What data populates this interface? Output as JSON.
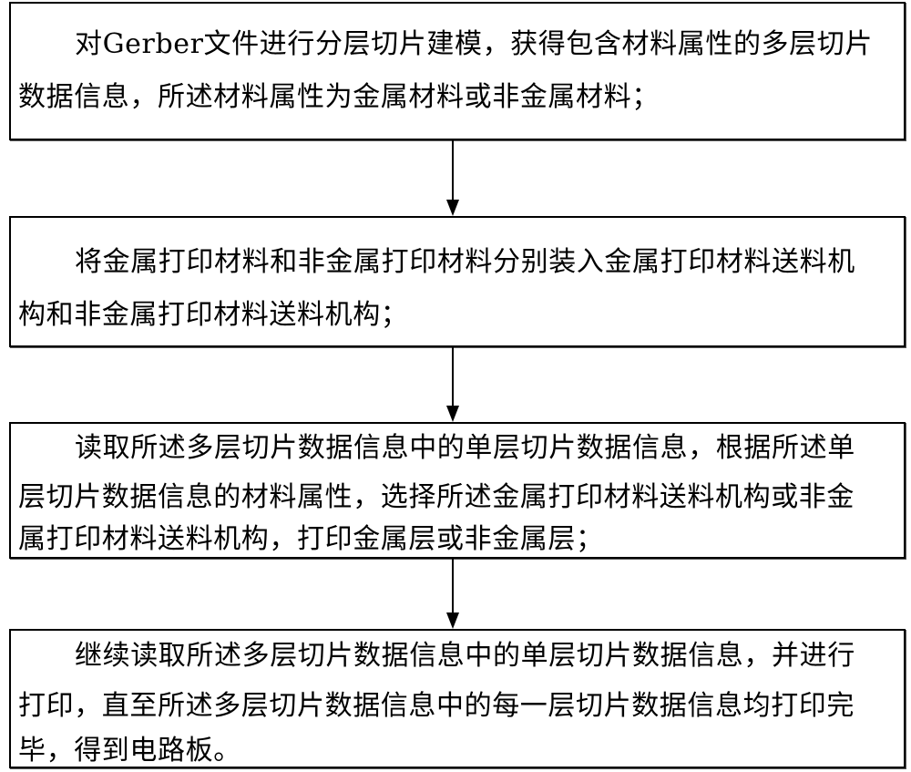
{
  "steps": [
    {
      "lines": [
        "对Gerber文件进行分层切片建模，获得包含材料属性的多层切片",
        "数据信息，所述材料属性为金属材料或非金属材料；"
      ]
    },
    {
      "lines": [
        "将金属打印材料和非金属打印材料分别装入金属打印材料送料机",
        "构和非金属打印材料送料机构；"
      ]
    },
    {
      "lines": [
        "读取所述多层切片数据信息中的单层切片数据信息，根据所述单",
        "层切片数据信息的材料属性，选择所述金属打印材料送料机构或非金",
        "属打印材料送料机构，打印金属层或非金属层；"
      ]
    },
    {
      "lines": [
        "继续读取所述多层切片数据信息中的单层切片数据信息，并进行",
        "打印，直至所述多层切片数据信息中的每一层切片数据信息均打印完",
        "毕，得到电路板。"
      ]
    }
  ]
}
